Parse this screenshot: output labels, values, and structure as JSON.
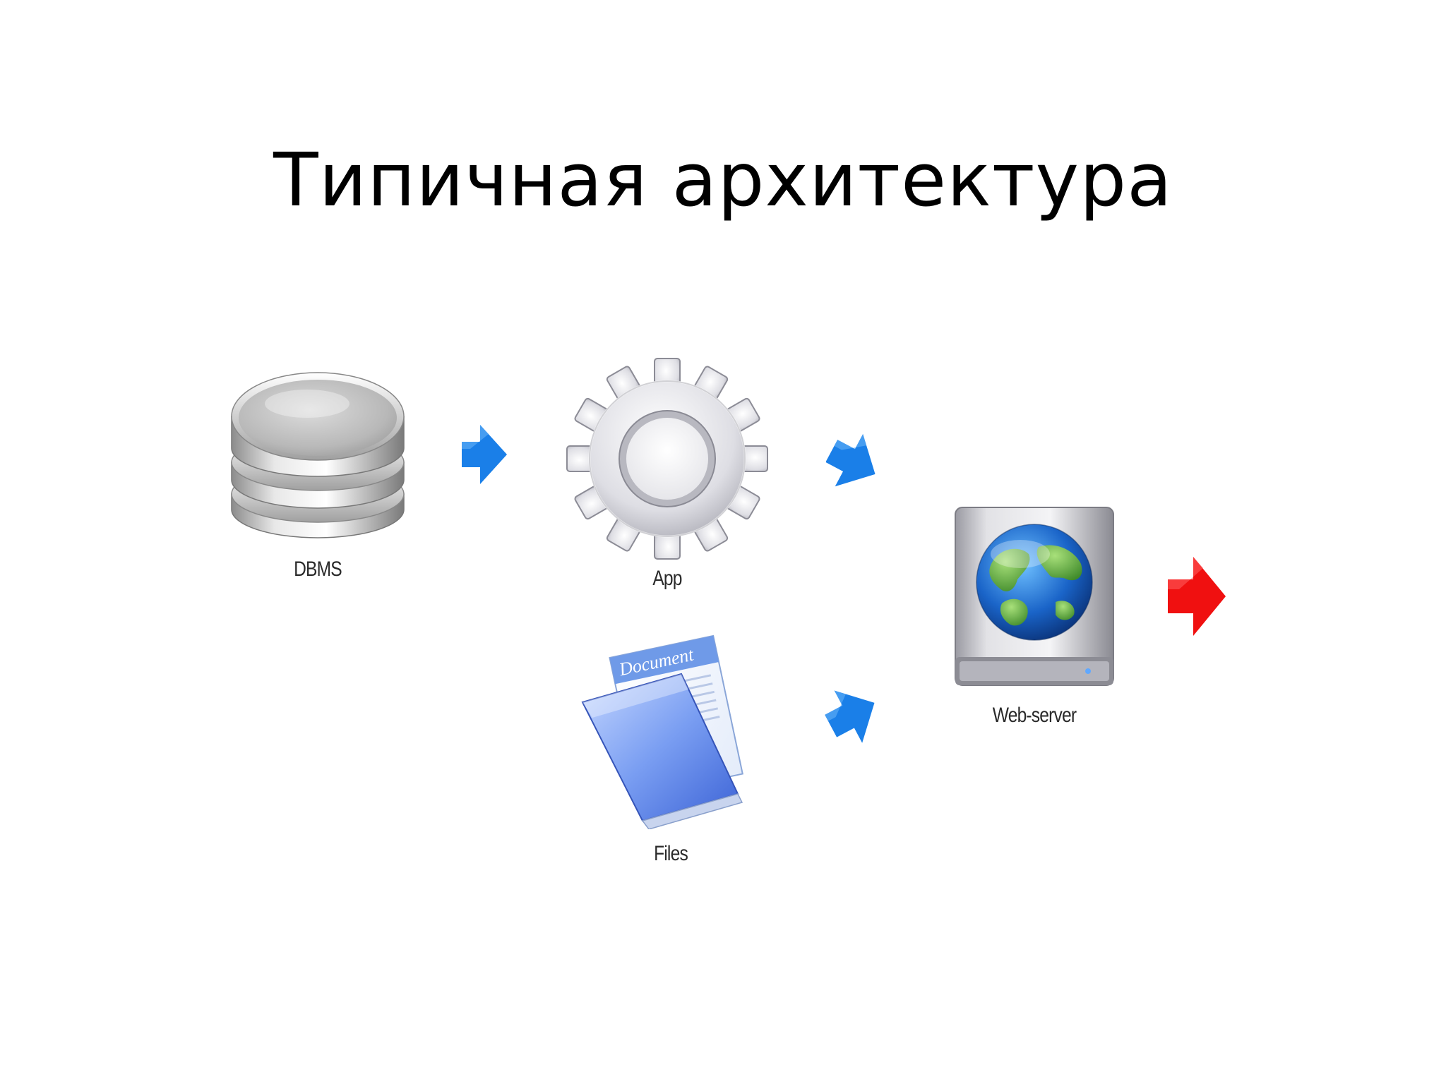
{
  "title": "Типичная архитектура",
  "nodes": {
    "dbms": {
      "label": "DBMS",
      "icon": "database-icon"
    },
    "app": {
      "label": "App",
      "icon": "gear-icon"
    },
    "files": {
      "label": "Files",
      "icon": "document-icon",
      "document_heading": "Document"
    },
    "webserver": {
      "label": "Web-server",
      "icon": "globe-server-icon"
    }
  },
  "arrows": [
    {
      "from": "DBMS",
      "to": "App",
      "color": "#1a7fe8"
    },
    {
      "from": "App",
      "to": "Web-server",
      "color": "#1a7fe8"
    },
    {
      "from": "Files",
      "to": "Web-server",
      "color": "#1a7fe8"
    },
    {
      "from": "Web-server",
      "to": "",
      "color": "#f01010"
    }
  ],
  "colors": {
    "flow_arrow": "#1a7fe8",
    "output_arrow": "#f01010",
    "title_text": "#000000"
  }
}
